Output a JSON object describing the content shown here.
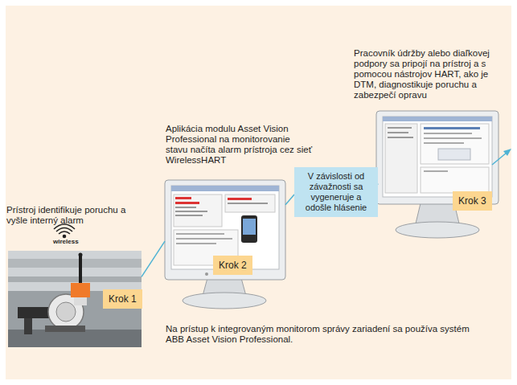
{
  "diagram": {
    "nodes": [
      {
        "text": [
          "Prístroj identifikuje poruchu a vyšle interný alarm",
          "Krok 1"
        ]
      },
      {
        "text": [
          "Aplikácia modulu Asset Vision Professional na monitorovanie stavu načíta alarm prístroja cez sieť WirelessHART",
          "Krok 2"
        ]
      },
      {
        "text": [
          "V závislosti od závažnosti sa vygeneruje a odošle hlásenie"
        ]
      },
      {
        "text": [
          "Pracovník údržby alebo diaľkovej podpory sa pripojí na prístroj a s pomocou nástrojov HART, ako je DTM, diagnostikuje poruchu a zabezpečí opravu",
          "Krok 3"
        ]
      }
    ],
    "edges": [
      {
        "from": 0,
        "to": 1,
        "arrow": "none"
      },
      {
        "from": 1,
        "to": 2,
        "arrow": "none"
      },
      {
        "from": 2,
        "to": 3,
        "arrow": "none"
      }
    ],
    "labels": [
      "wireless",
      "Na prístup k integrovaným monitorom správy zariadení sa používa systém ABB Asset Vision Professional."
    ]
  }
}
